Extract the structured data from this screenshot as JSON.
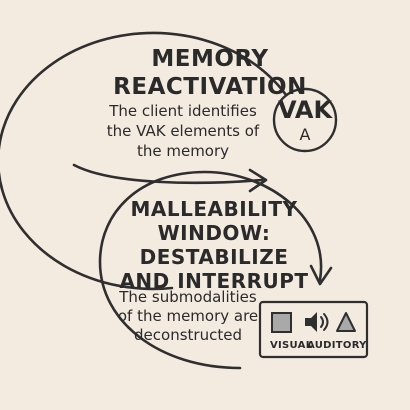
{
  "step1": {
    "title": "MEMORY REACTIVATION",
    "description": "The client identifies the VAK elements of the memory"
  },
  "vak_badge": {
    "label": "VAK",
    "sub": "A"
  },
  "step2": {
    "title": "MALLEABILITY WINDOW: DESTABILIZE AND INTERRUPT",
    "description": "The submodalities of the memory are deconstructed"
  },
  "modalities": {
    "visual": "VISUAL",
    "auditory": "AUDITORY"
  },
  "colors": {
    "background": "#f4ebe0",
    "stroke": "#2f2f2f",
    "icon_fill": "#a9a9a9"
  }
}
